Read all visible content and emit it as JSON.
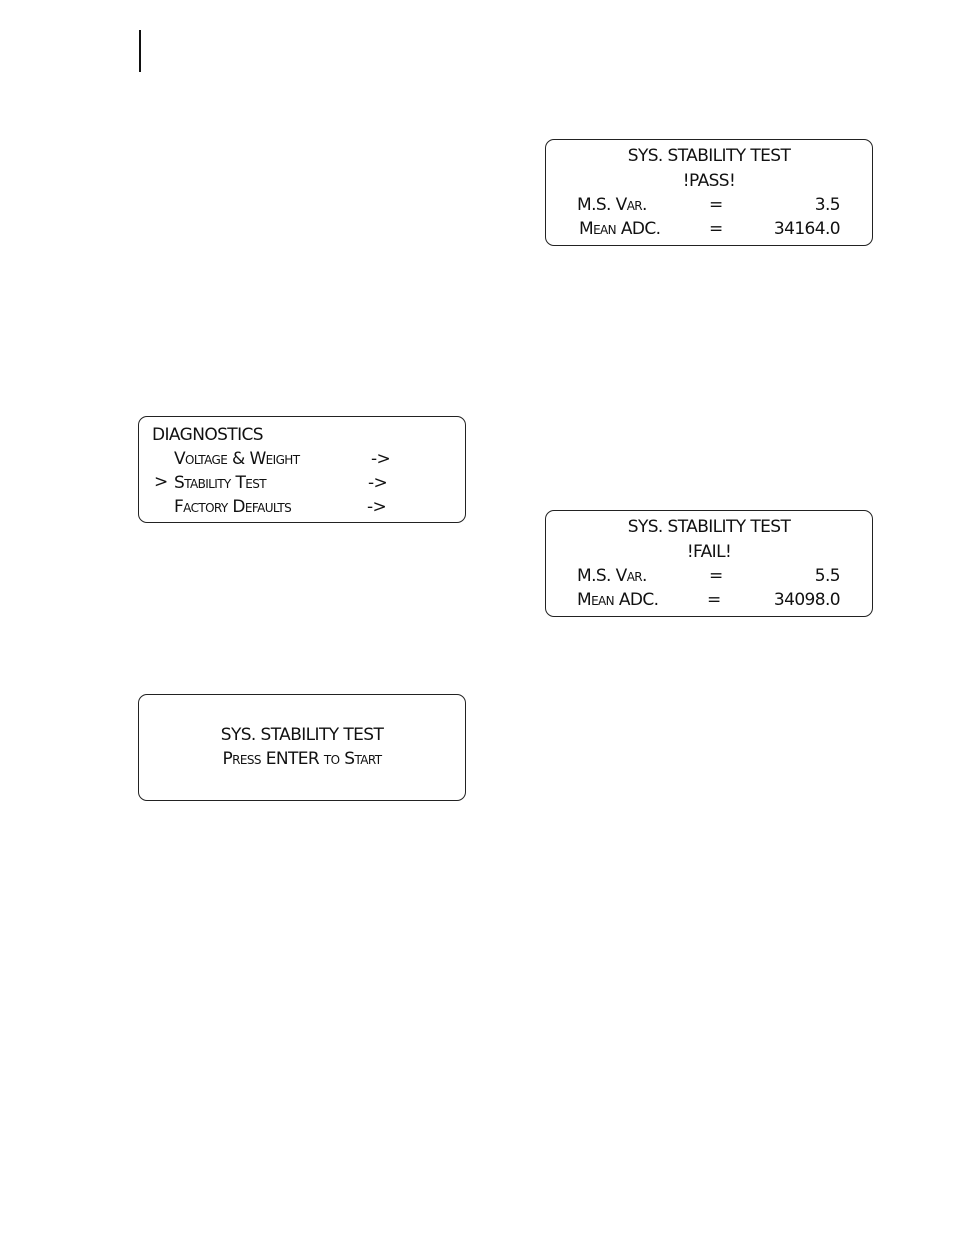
{
  "pass_screen": {
    "title": "SYS. STABILITY TEST",
    "status": "!PASS!",
    "rows": [
      {
        "label": "M.S. Var.",
        "eq": "=",
        "value": "3.5"
      },
      {
        "label": "Mean ADC.",
        "eq": "=",
        "value": "34164.0"
      }
    ]
  },
  "diag_menu": {
    "title": "DIAGNOSTICS",
    "cursor": ">",
    "items": [
      {
        "label": "Voltage & Weight",
        "arrow": "->"
      },
      {
        "label": "Stability Test",
        "arrow": "->"
      },
      {
        "label": "Factory Defaults",
        "arrow": "->"
      }
    ]
  },
  "fail_screen": {
    "title": "SYS. STABILITY TEST",
    "status": "!FAIL!",
    "rows": [
      {
        "label": "M.S. Var.",
        "eq": "=",
        "value": "5.5"
      },
      {
        "label": "Mean ADC.",
        "eq": "=",
        "value": "34098.0"
      }
    ]
  },
  "start_screen": {
    "title": "SYS. STABILITY TEST",
    "prompt": "Press ENTER to Start"
  }
}
